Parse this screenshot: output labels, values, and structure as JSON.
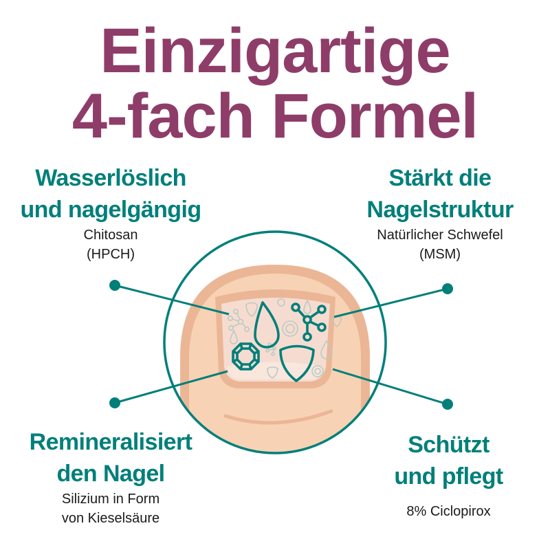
{
  "title": {
    "line1": "Einzigartige",
    "line2": "4-fach Formel"
  },
  "features": [
    {
      "id": "top-left",
      "heading_line1": "Wasserlöslich",
      "heading_line2": "und nagelgängig",
      "sub_line1": "Chitosan",
      "sub_line2": "(HPCH)",
      "icon": "water-drop-icon"
    },
    {
      "id": "top-right",
      "heading_line1": "Stärkt die",
      "heading_line2": "Nagelstruktur",
      "sub_line1": "Natürlicher Schwefel",
      "sub_line2": "(MSM)",
      "icon": "molecule-icon"
    },
    {
      "id": "bottom-left",
      "heading_line1": "Remineralisiert",
      "heading_line2": "den Nagel",
      "sub_line1": "Silizium in Form",
      "sub_line2": "von Kieselsäure",
      "icon": "gem-icon"
    },
    {
      "id": "bottom-right",
      "heading_line1": "Schützt",
      "heading_line2": "und pflegt",
      "sub_line1": "8% Ciclopirox",
      "icon": "shield-icon"
    }
  ],
  "colors": {
    "title": "#8E3D68",
    "accent_teal": "#007F7A",
    "skin_light": "#F8D2B4",
    "skin_dark": "#EBB696",
    "nail_plate": "#F6DCD0"
  }
}
